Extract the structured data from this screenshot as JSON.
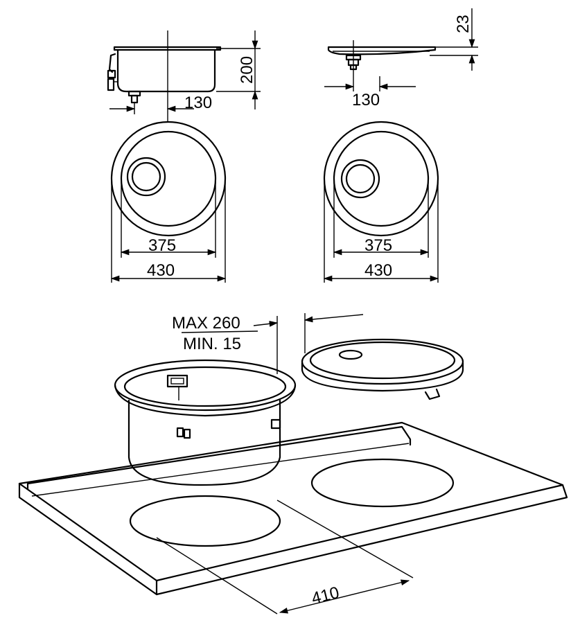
{
  "labels": {
    "bowl_side_depth": "200",
    "bowl_side_waste_offset": "130",
    "drainer_side_height": "23",
    "drainer_side_waste_offset": "130",
    "bowl_plan_inner": "375",
    "bowl_plan_outer": "430",
    "drainer_plan_inner": "375",
    "drainer_plan_outer": "430",
    "worktop_max": "MAX 260",
    "worktop_min": "MIN. 15",
    "cutout_diameter": "410"
  }
}
